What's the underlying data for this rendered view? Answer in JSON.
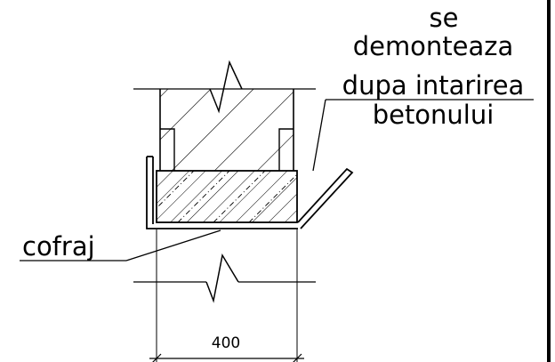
{
  "note_lines": [
    "se",
    "demonteaza",
    "dupa intarirea",
    "betonului"
  ],
  "formwork_label": "cofraj",
  "dimension_label": "400",
  "colors": {
    "ink": "#000000",
    "paper": "#ffffff"
  }
}
